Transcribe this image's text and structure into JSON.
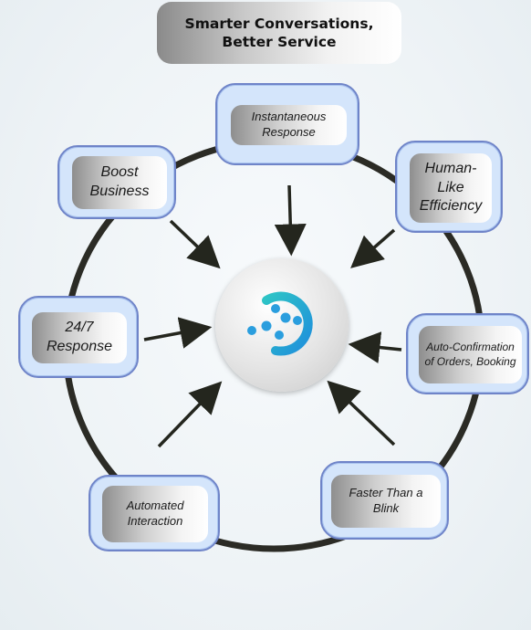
{
  "title": "Smarter Conversations, Better Service",
  "hub": {
    "icon": "chat-bot-logo-icon"
  },
  "nodes": [
    {
      "label": "Instantaneous Response"
    },
    {
      "label": "Human-Like Efficiency"
    },
    {
      "label": "Auto-Confirmation of Orders, Booking"
    },
    {
      "label": "Faster Than a Blink"
    },
    {
      "label": "Automated Interaction"
    },
    {
      "label": "24/7 Response"
    },
    {
      "label": "Boost Business"
    }
  ],
  "colors": {
    "ring": "#2b2b25",
    "node_fill": "#d4e5fb",
    "node_outline": "#6f84c8",
    "logo_teal": "#2ec4c6",
    "logo_blue": "#1f8fdc"
  }
}
